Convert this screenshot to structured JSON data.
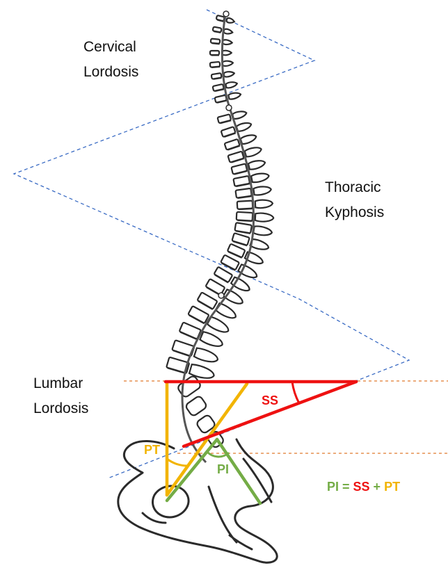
{
  "regions": {
    "cervical": [
      "Cervical",
      "Lordosis"
    ],
    "thoracic": [
      "Thoracic",
      "Kyphosis"
    ],
    "lumbar": [
      "Lumbar",
      "Lordosis"
    ]
  },
  "angles": {
    "ss": "SS",
    "pt": "PT",
    "pi": "PI"
  },
  "formula": {
    "lhs": "PI",
    "eq": " = ",
    "term1": "SS",
    "plus": " + ",
    "term2": "PT"
  },
  "colors": {
    "ss": "#ee1111",
    "pt": "#f2b400",
    "pi": "#74ac46",
    "guide_blue": "#3a6bc4",
    "guide_orange": "#e07a2e",
    "bone": "#2b2b2b"
  }
}
